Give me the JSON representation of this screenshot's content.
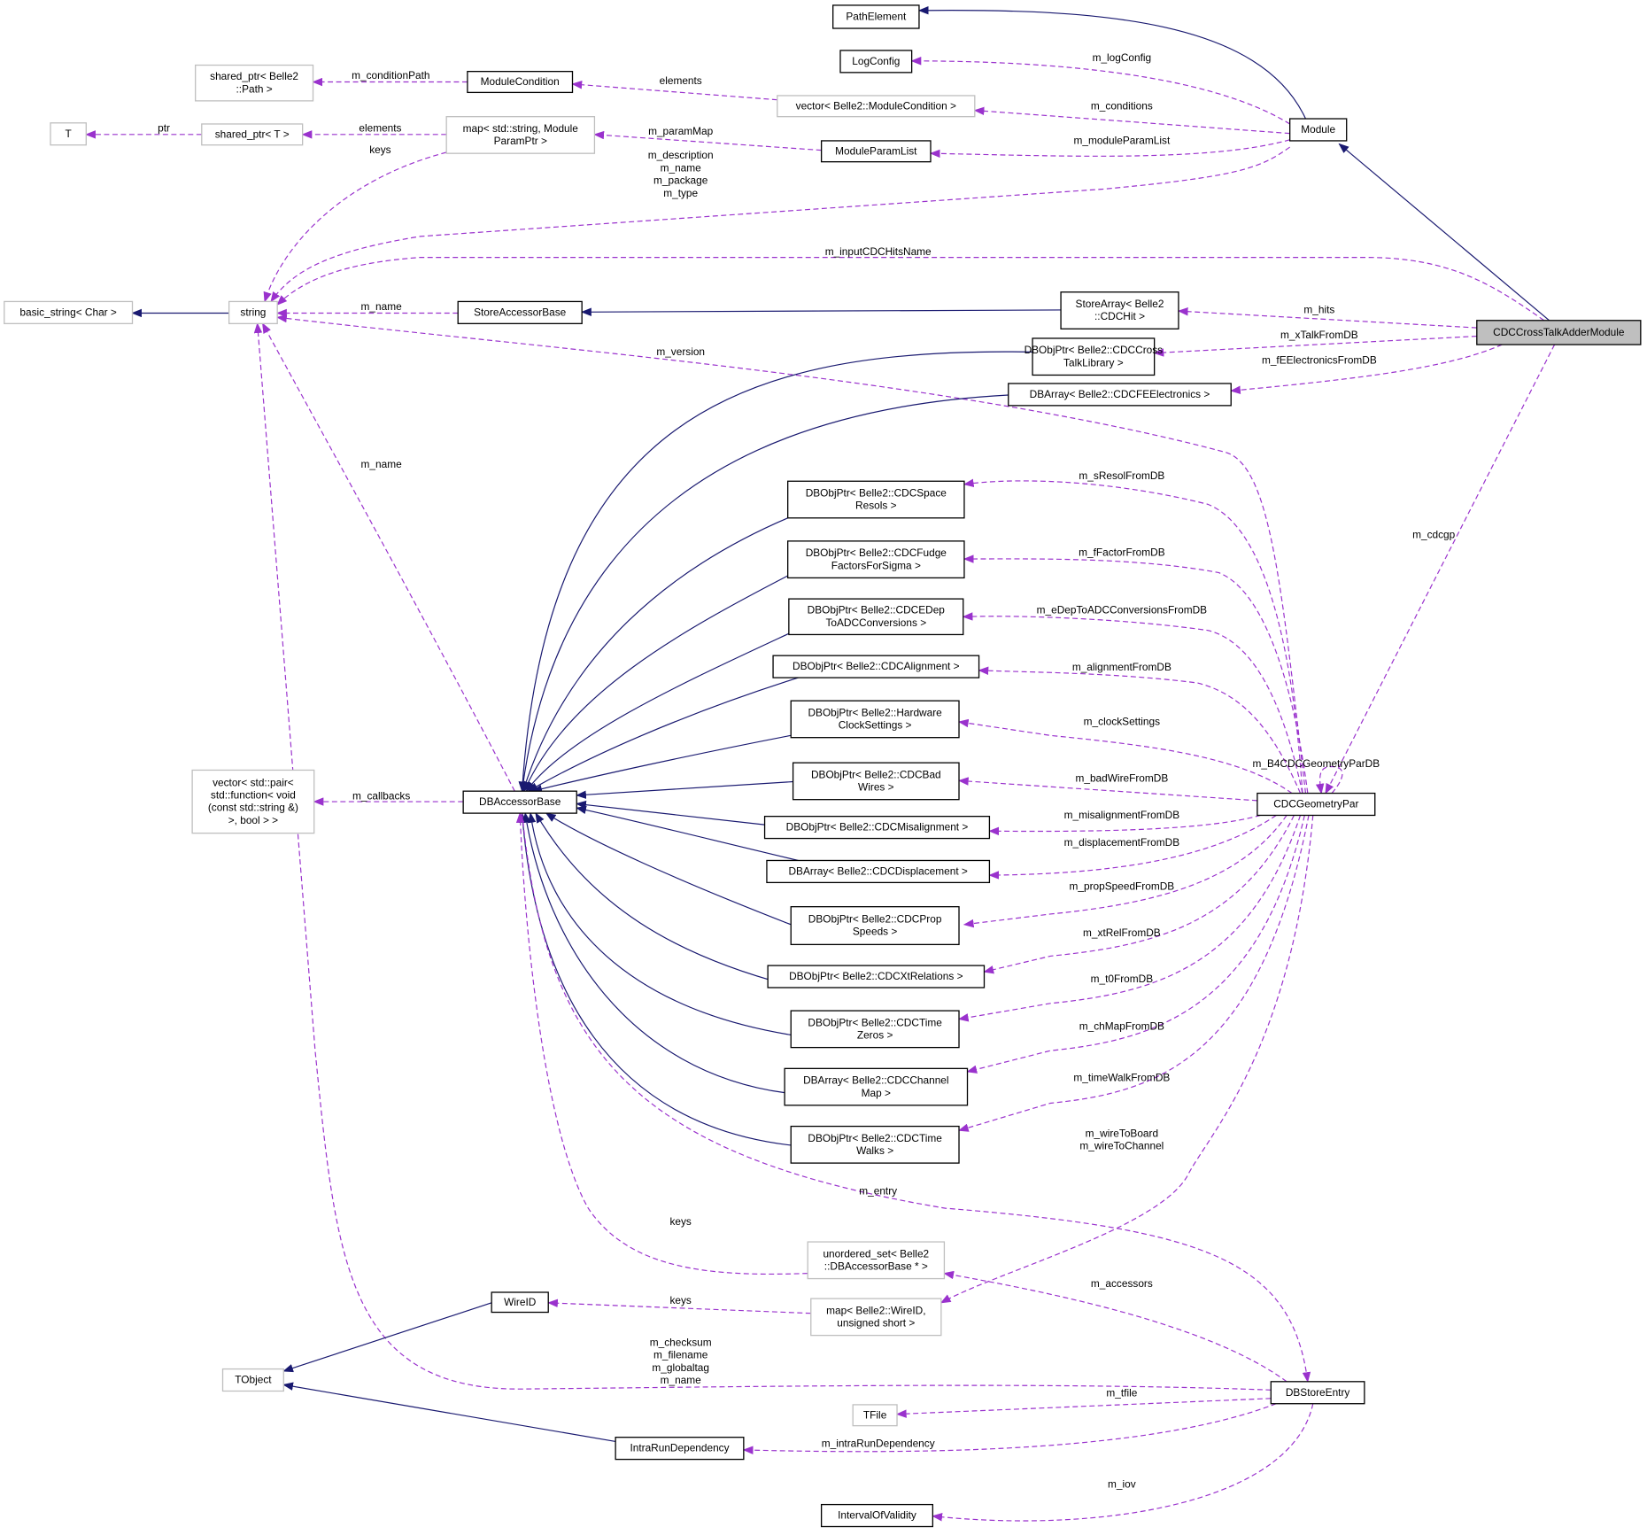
{
  "colors": {
    "inheritance": "#191970",
    "usage": "#9a32cd",
    "highlight_fill": "#bfbfbf",
    "external_border": "#bfbfbf"
  },
  "nodes": {
    "PathElement": [
      "PathElement"
    ],
    "LogConfig": [
      "LogConfig"
    ],
    "ModuleCondition": [
      "ModuleCondition"
    ],
    "vecModuleCondition": [
      "vector< Belle2::ModuleCondition >"
    ],
    "sharedPath": [
      "shared_ptr< Belle2",
      "::Path >"
    ],
    "T": [
      "T"
    ],
    "sharedT": [
      "shared_ptr< T >"
    ],
    "mapParam": [
      "map< std::string, Module",
      "ParamPtr >"
    ],
    "ModuleParamList": [
      "ModuleParamList"
    ],
    "Module": [
      "Module"
    ],
    "basicString": [
      "basic_string< Char >"
    ],
    "string": [
      "string"
    ],
    "StoreAccessorBase": [
      "StoreAccessorBase"
    ],
    "StoreArray": [
      "StoreArray< Belle2",
      "::CDCHit >"
    ],
    "CDCCrossTalkAdderModule": [
      "CDCCrossTalkAdderModule"
    ],
    "xTalk": [
      "DBObjPtr< Belle2::CDCCross",
      "TalkLibrary >"
    ],
    "feElec": [
      "DBArray< Belle2::CDCFEElectronics >"
    ],
    "spaceResols": [
      "DBObjPtr< Belle2::CDCSpace",
      "Resols >"
    ],
    "fudge": [
      "DBObjPtr< Belle2::CDCFudge",
      "FactorsForSigma >"
    ],
    "edep": [
      "DBObjPtr< Belle2::CDCEDep",
      "ToADCConversions >"
    ],
    "alignment": [
      "DBObjPtr< Belle2::CDCAlignment >"
    ],
    "clock": [
      "DBObjPtr< Belle2::Hardware",
      "ClockSettings >"
    ],
    "badWires": [
      "DBObjPtr< Belle2::CDCBad",
      "Wires >"
    ],
    "misalign": [
      "DBObjPtr< Belle2::CDCMisalignment >"
    ],
    "displacement": [
      "DBArray< Belle2::CDCDisplacement >"
    ],
    "propSpeeds": [
      "DBObjPtr< Belle2::CDCProp",
      "Speeds >"
    ],
    "xt": [
      "DBObjPtr< Belle2::CDCXtRelations >"
    ],
    "timeZeros": [
      "DBObjPtr< Belle2::CDCTime",
      "Zeros >"
    ],
    "channelMap": [
      "DBArray< Belle2::CDCChannel",
      "Map >"
    ],
    "timeWalks": [
      "DBObjPtr< Belle2::CDCTime",
      "Walks >"
    ],
    "DBAccessorBase": [
      "DBAccessorBase"
    ],
    "vecPair": [
      "vector< std::pair<",
      "std::function< void",
      "(const std::string &)",
      ">, bool > >"
    ],
    "CDCGeometryPar": [
      "CDCGeometryPar"
    ],
    "unorderedSet": [
      "unordered_set< Belle2",
      "::DBAccessorBase * >"
    ],
    "WireID": [
      "WireID"
    ],
    "mapWire": [
      "map< Belle2::WireID,",
      "unsigned short >"
    ],
    "TObject": [
      "TObject"
    ],
    "DBStoreEntry": [
      "DBStoreEntry"
    ],
    "TFile": [
      "TFile"
    ],
    "IntraRunDependency": [
      "IntraRunDependency"
    ],
    "IntervalOfValidity": [
      "IntervalOfValidity"
    ]
  },
  "edges": [
    {
      "type": "inh",
      "labels": []
    },
    {
      "type": "use",
      "labels": [
        "m_logConfig"
      ]
    },
    {
      "type": "use",
      "labels": [
        "m_conditions"
      ]
    },
    {
      "type": "use",
      "labels": [
        "elements"
      ]
    },
    {
      "type": "use",
      "labels": [
        "m_conditionPath"
      ]
    },
    {
      "type": "use",
      "labels": [
        "m_moduleParamList"
      ]
    },
    {
      "type": "use",
      "labels": [
        "m_paramMap"
      ]
    },
    {
      "type": "use",
      "labels": [
        "elements"
      ]
    },
    {
      "type": "use",
      "labels": [
        "ptr"
      ]
    },
    {
      "type": "use",
      "labels": [
        "keys"
      ]
    },
    {
      "type": "use",
      "labels": [
        "m_description",
        "m_name",
        "m_package",
        "m_type"
      ]
    },
    {
      "type": "use",
      "labels": [
        "m_inputCDCHitsName"
      ]
    },
    {
      "type": "use",
      "labels": [
        "m_name"
      ]
    },
    {
      "type": "inh",
      "labels": []
    },
    {
      "type": "inh",
      "labels": []
    },
    {
      "type": "inh",
      "labels": []
    },
    {
      "type": "use",
      "labels": [
        "m_hits"
      ]
    },
    {
      "type": "use",
      "labels": [
        "m_xTalkFromDB"
      ]
    },
    {
      "type": "use",
      "labels": [
        "m_fEElectronicsFromDB"
      ]
    },
    {
      "type": "use",
      "labels": [
        "m_cdcgp"
      ]
    },
    {
      "type": "use",
      "labels": [
        "m_version"
      ]
    },
    {
      "type": "use",
      "labels": [
        "m_name"
      ]
    },
    {
      "type": "use",
      "labels": [
        "m_checksum",
        "m_filename",
        "m_globaltag",
        "m_name"
      ]
    },
    {
      "type": "use",
      "labels": [
        "m_callbacks"
      ]
    },
    {
      "type": "inh",
      "labels": []
    },
    {
      "type": "inh",
      "labels": []
    },
    {
      "type": "inh",
      "labels": []
    },
    {
      "type": "inh",
      "labels": []
    },
    {
      "type": "inh",
      "labels": []
    },
    {
      "type": "inh",
      "labels": []
    },
    {
      "type": "inh",
      "labels": []
    },
    {
      "type": "inh",
      "labels": []
    },
    {
      "type": "inh",
      "labels": []
    },
    {
      "type": "inh",
      "labels": []
    },
    {
      "type": "inh",
      "labels": []
    },
    {
      "type": "inh",
      "labels": []
    },
    {
      "type": "inh",
      "labels": []
    },
    {
      "type": "inh",
      "labels": []
    },
    {
      "type": "inh",
      "labels": []
    },
    {
      "type": "use",
      "labels": [
        "m_sResolFromDB"
      ]
    },
    {
      "type": "use",
      "labels": [
        "m_fFactorFromDB"
      ]
    },
    {
      "type": "use",
      "labels": [
        "m_eDepToADCConversionsFromDB"
      ]
    },
    {
      "type": "use",
      "labels": [
        "m_alignmentFromDB"
      ]
    },
    {
      "type": "use",
      "labels": [
        "m_clockSettings"
      ]
    },
    {
      "type": "use",
      "labels": [
        "m_badWireFromDB"
      ]
    },
    {
      "type": "use",
      "labels": [
        "m_misalignmentFromDB"
      ]
    },
    {
      "type": "use",
      "labels": [
        "m_displacementFromDB"
      ]
    },
    {
      "type": "use",
      "labels": [
        "m_propSpeedFromDB"
      ]
    },
    {
      "type": "use",
      "labels": [
        "m_xtRelFromDB"
      ]
    },
    {
      "type": "use",
      "labels": [
        "m_t0FromDB"
      ]
    },
    {
      "type": "use",
      "labels": [
        "m_chMapFromDB"
      ]
    },
    {
      "type": "use",
      "labels": [
        "m_timeWalkFromDB"
      ]
    },
    {
      "type": "use",
      "labels": [
        "m_wireToBoard",
        "m_wireToChannel"
      ]
    },
    {
      "type": "use",
      "labels": [
        "m_B4CDCGeometryParDB"
      ]
    },
    {
      "type": "use",
      "labels": [
        "m_entry"
      ]
    },
    {
      "type": "use",
      "labels": [
        "keys"
      ]
    },
    {
      "type": "use",
      "labels": [
        "m_accessors"
      ]
    },
    {
      "type": "use",
      "labels": [
        "keys"
      ]
    },
    {
      "type": "inh",
      "labels": []
    },
    {
      "type": "inh",
      "labels": []
    },
    {
      "type": "use",
      "labels": [
        "m_tfile"
      ]
    },
    {
      "type": "use",
      "labels": [
        "m_intraRunDependency"
      ]
    },
    {
      "type": "use",
      "labels": [
        "m_iov"
      ]
    }
  ]
}
